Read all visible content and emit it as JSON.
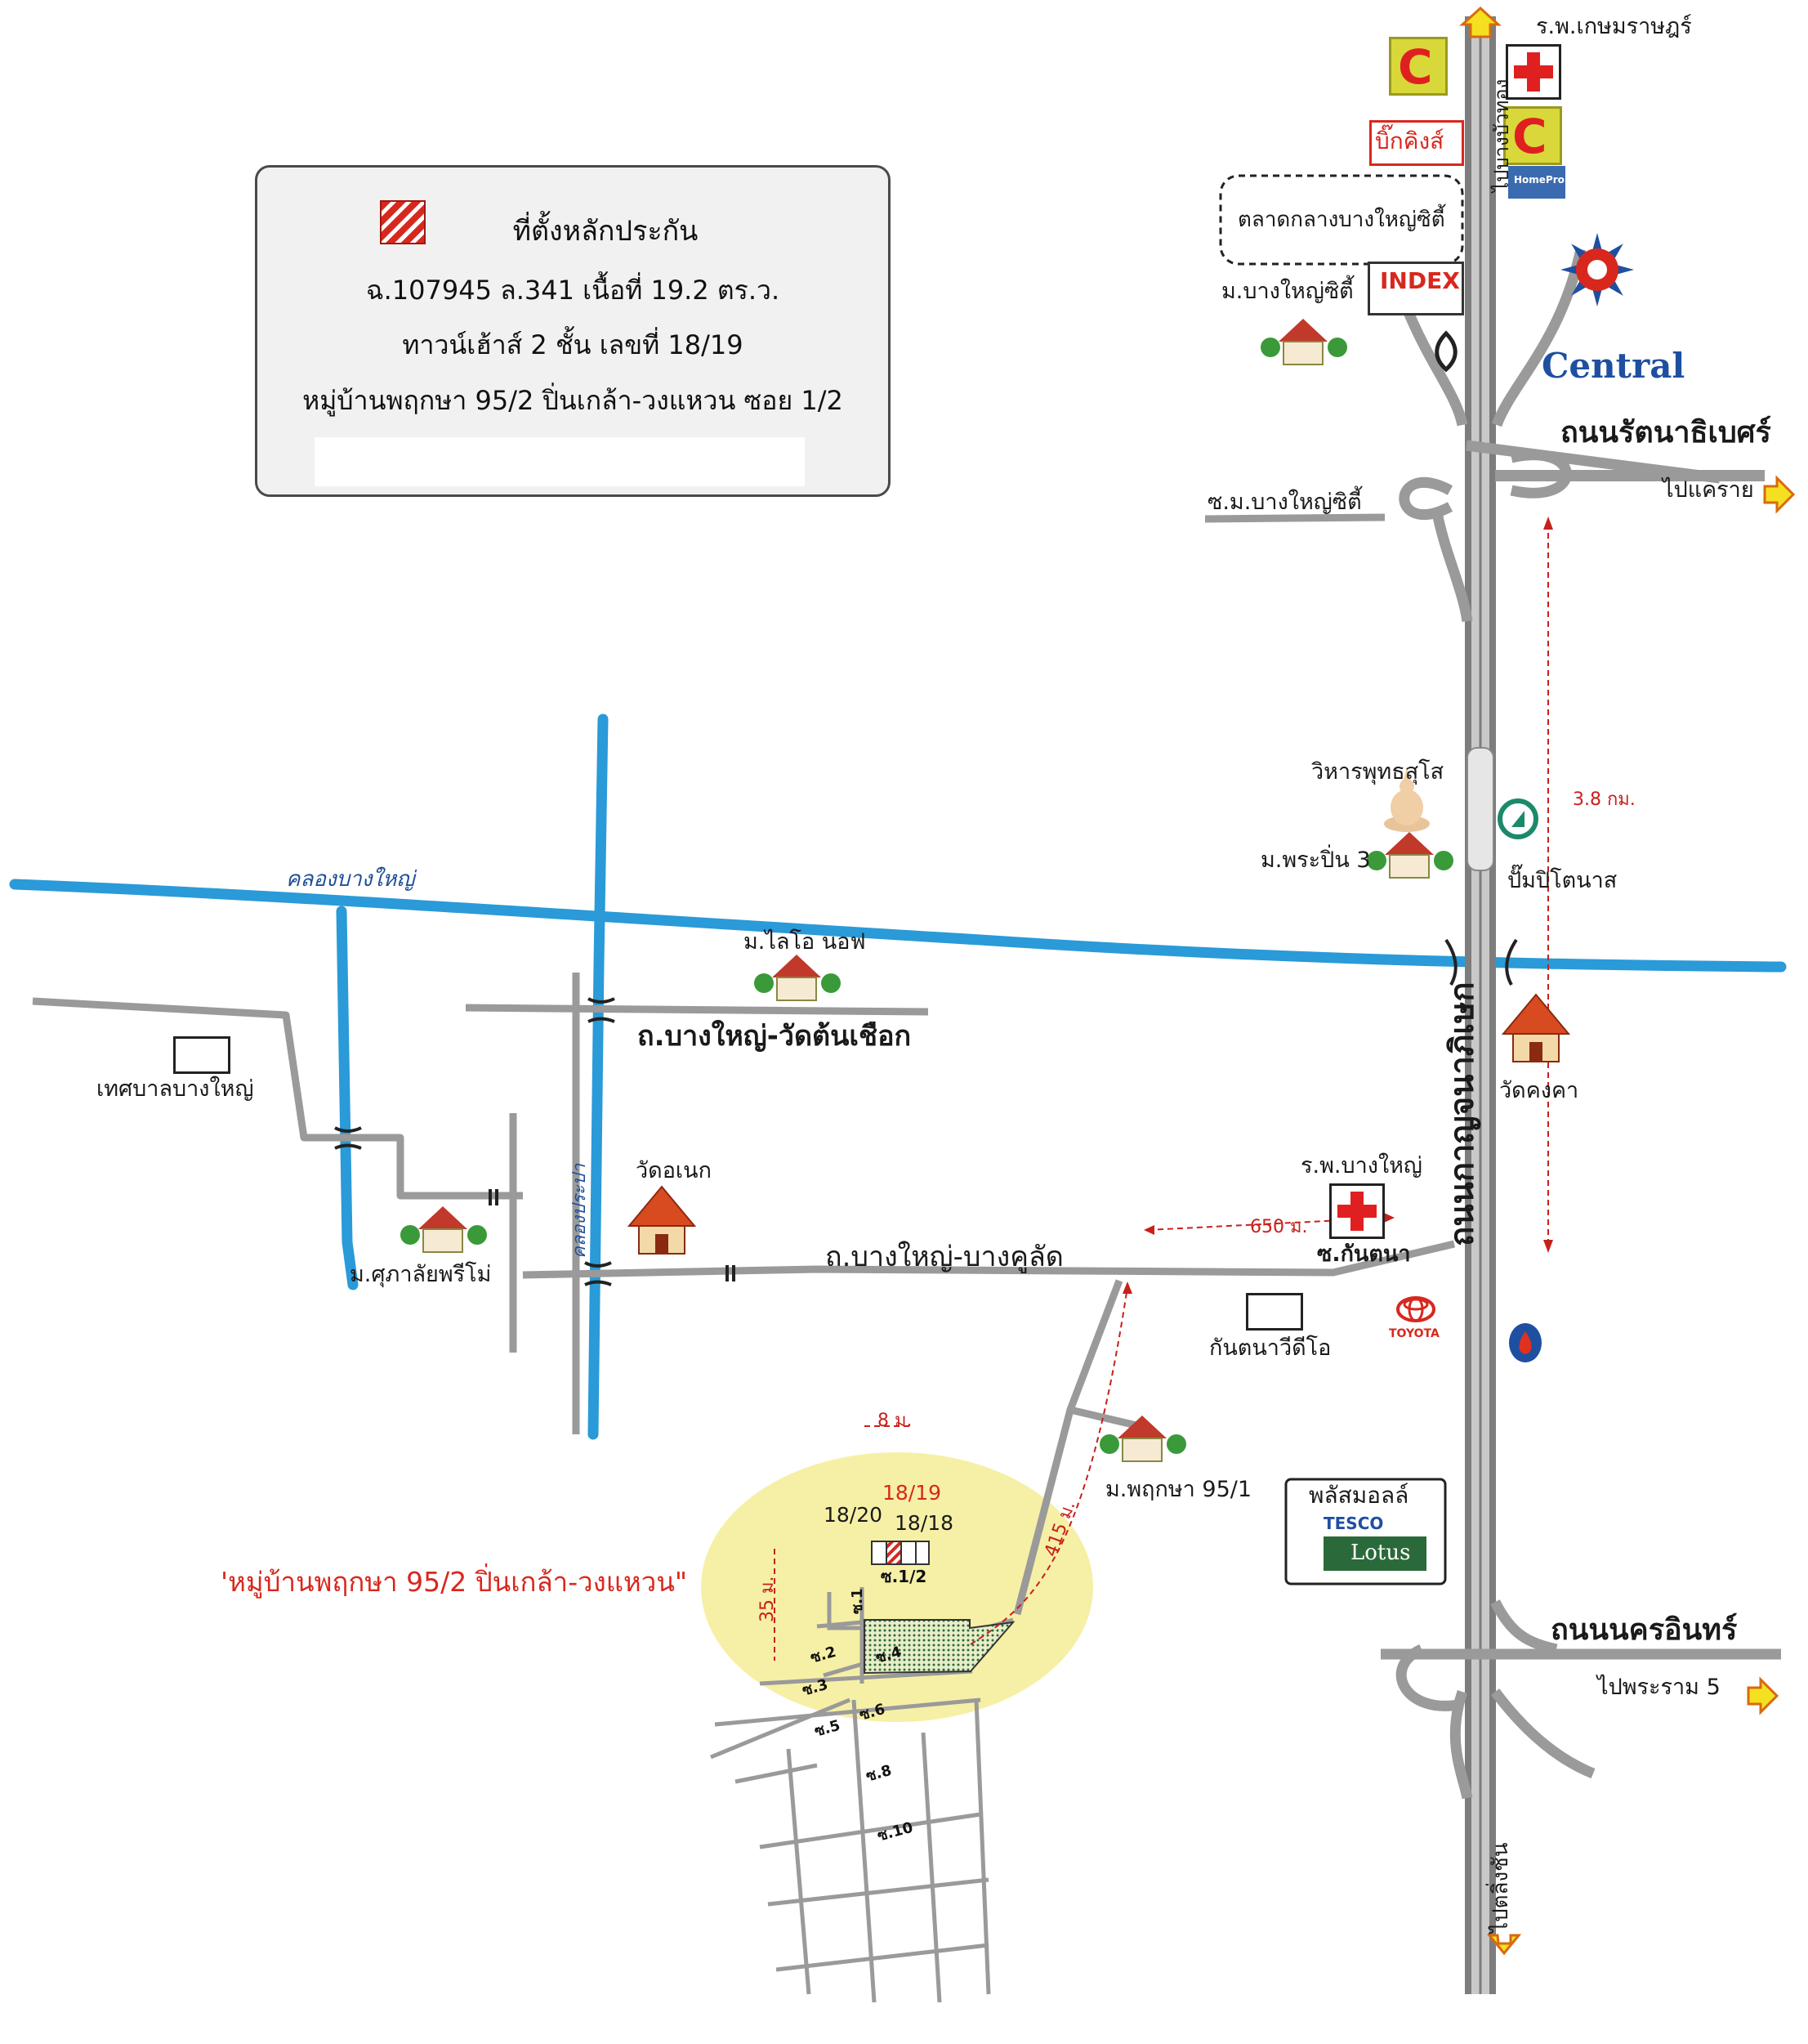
{
  "legend": {
    "title": "ที่ตั้งหลักประกัน",
    "line1": "ฉ.107945  ล.341  เนื้อที่ 19.2 ตร.ว.",
    "line2": "ทาวน์เฮ้าส์  2 ชั้น  เลขที่ 18/19",
    "line3": "หมู่บ้านพฤกษา 95/2 ปิ่นเกล้า-วงแหวน ซอย 1/2",
    "swatch_color": "#d8281e"
  },
  "roads": {
    "kanchana": "ถนนกาญจนาภิเษก",
    "rattana": "ถนนรัตนาธิเบศร์",
    "nakhon_in": "ถนนนครอินทร์",
    "wat_ton_chueak": "ถ.บางใหญ่-วัดต้นเชือก",
    "bang_khu_lat": "ถ.บางใหญ่-บางคูลัด",
    "soi_bangyai_city": "ซ.ม.บางใหญ่ซิตี้",
    "soi_kantana": "ซ.กันตนา",
    "to_khae_rai": "ไปแคราย",
    "to_rama5": "ไปพระราม 5",
    "to_taling_chan": "ไปตลิ่งชัน",
    "to_top": "ไปบางบัวทอง"
  },
  "canals": {
    "bang_yai": "คลองบางใหญ่",
    "bang_pra_ko": "คลองประปา"
  },
  "places": {
    "kasem_hospital": "ร.พ.เกษมราษฎร์",
    "big_king": "บิ๊กคิงส์",
    "market": "ตลาดกลางบางใหญ่ซิตี้",
    "index": "INDEX",
    "bangyai_city": "ม.บางใหญ่ซิตี้",
    "central": "Central",
    "homepro": "HomePro",
    "big_c": "C",
    "wihan": "วิหารพุทธสุโส",
    "phra_pin3": "ม.พระปิ่น 3",
    "petronas": "ปั๊มปิโตนาส",
    "lio_north": "ม.ไลโอ นอฟ",
    "wat_khongkha": "วัดคงคา",
    "tessaban": "เทศบาลบางใหญ่",
    "wat_anek": "วัดอเนก",
    "suphalai": "ม.ศุภาลัยพรีโม่",
    "bangyai_hospital": "ร.พ.บางใหญ่",
    "kantana_video": "กันตนาวีดีโอ",
    "toyota": "TOYOTA",
    "pruksa951": "ม.พฤกษา 95/1",
    "plus_mall": "พลัสมอลล์",
    "tesco": "TESCO",
    "lotus": "Lotus",
    "village_label": "'หมู่บ้านพฤกษา 95/2 ปิ่นเกล้า-วงแหวน\""
  },
  "distances": {
    "d38": "3.8 กม.",
    "d650": "650 ม.",
    "d8": "8 ม.",
    "d35": "35 ม.",
    "d415": "415 ม."
  },
  "units": {
    "u1819": "18/19",
    "u1820": "18/20",
    "u1818": "18/18",
    "soi12": "ซ.1/2"
  },
  "sois": [
    "ซ.1",
    "ซ.2",
    "ซ.3",
    "ซ.4",
    "ซ.5",
    "ซ.6",
    "ซ.8",
    "ซ.10"
  ],
  "colors": {
    "road": "#9a9a9a",
    "canal": "#2a9ad8",
    "highlight": "#f6f0a6",
    "red": "#d8281e",
    "central_blue": "#1f4fa0"
  }
}
